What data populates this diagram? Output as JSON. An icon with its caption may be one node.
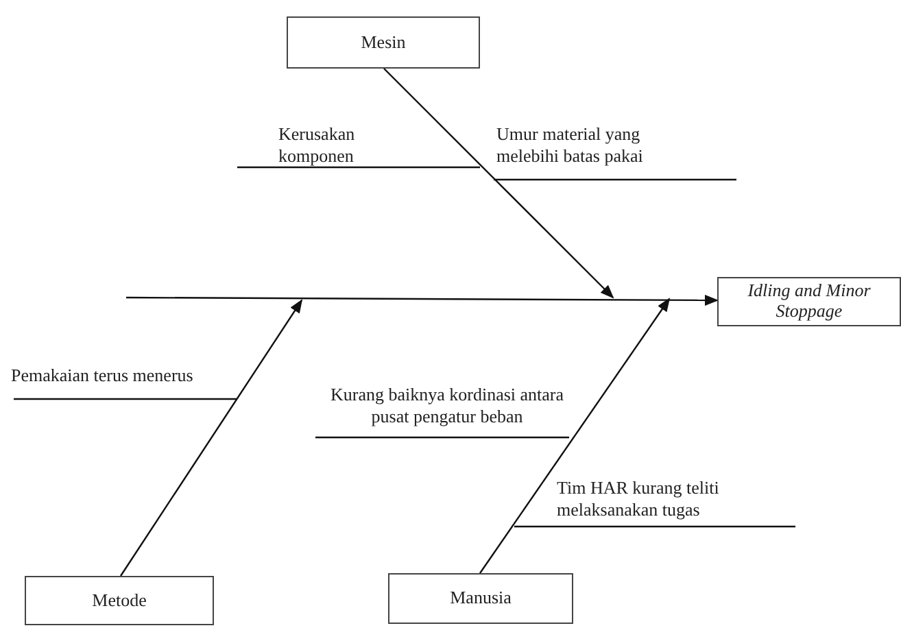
{
  "diagram": {
    "nodes": [
      {
        "text": [
          "Mesin"
        ]
      },
      {
        "text": [
          "Idling and Minor Stoppage"
        ]
      },
      {
        "text": [
          "Metode"
        ]
      },
      {
        "text": [
          "Manusia"
        ]
      }
    ],
    "edges": [
      {
        "from": 0,
        "to": null,
        "arrow": "to"
      },
      {
        "from": 2,
        "to": null,
        "arrow": "to"
      },
      {
        "from": 3,
        "to": null,
        "arrow": "to"
      },
      {
        "from": null,
        "to": 1,
        "arrow": "to"
      }
    ],
    "labels": [
      "Kerusakan komponen",
      "Umur material yang melebihi batas pakai",
      "Pemakaian terus menerus",
      "Kurang baiknya kordinasi antara pusat pengatur beban",
      "Tim HAR kurang teliti melaksanakan tugas"
    ]
  }
}
